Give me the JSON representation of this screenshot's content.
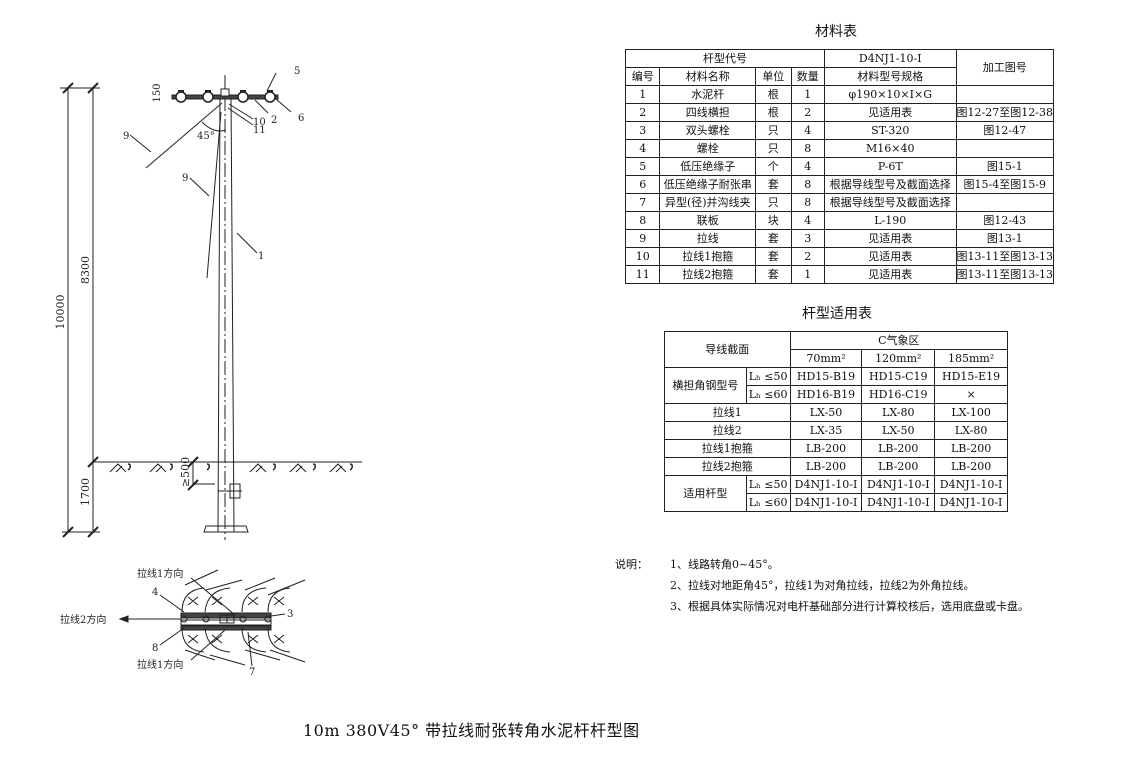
{
  "title": "10m 380V45° 带拉线耐张转角水泥杆杆型图",
  "drawing": {
    "dims": {
      "total": "10000",
      "above": "8300",
      "below": "1700",
      "bury": "≥500",
      "spacing": "150"
    },
    "angle": "45°",
    "callouts": [
      "1",
      "2",
      "5",
      "6",
      "9",
      "9",
      "10",
      "11"
    ],
    "plan": {
      "dir1_top": "拉线1方向",
      "dir2": "拉线2方向",
      "dir1_bottom": "拉线1方向",
      "callouts": [
        "4",
        "3",
        "8",
        "7"
      ]
    }
  },
  "materials": {
    "title": "材料表",
    "pole_code_label": "杆型代号",
    "pole_code": "D4NJ1-10-I",
    "drawing_no_label": "加工图号",
    "headers": [
      "编号",
      "材料名称",
      "单位",
      "数量",
      "材料型号规格"
    ],
    "rows": [
      [
        "1",
        "水泥杆",
        "根",
        "1",
        "φ190×10×I×G",
        ""
      ],
      [
        "2",
        "四线横担",
        "根",
        "2",
        "见适用表",
        "图12-27至图12-38"
      ],
      [
        "3",
        "双头螺栓",
        "只",
        "4",
        "ST-320",
        "图12-47"
      ],
      [
        "4",
        "螺栓",
        "只",
        "8",
        "M16×40",
        ""
      ],
      [
        "5",
        "低压绝缘子",
        "个",
        "4",
        "P-6T",
        "图15-1"
      ],
      [
        "6",
        "低压绝缘子耐张串",
        "套",
        "8",
        "根据导线型号及截面选择",
        "图15-4至图15-9"
      ],
      [
        "7",
        "异型(径)并沟线夹",
        "只",
        "8",
        "根据导线型号及截面选择",
        ""
      ],
      [
        "8",
        "联板",
        "块",
        "4",
        "L-190",
        "图12-43"
      ],
      [
        "9",
        "拉线",
        "套",
        "3",
        "见适用表",
        "图13-1"
      ],
      [
        "10",
        "拉线1抱箍",
        "套",
        "2",
        "见适用表",
        "图13-11至图13-13"
      ],
      [
        "11",
        "拉线2抱箍",
        "套",
        "1",
        "见适用表",
        "图13-11至图13-13"
      ]
    ]
  },
  "applicability": {
    "title": "杆型适用表",
    "section_label": "导线截面",
    "zone": "C气象区",
    "sizes": [
      "70mm²",
      "120mm²",
      "185mm²"
    ],
    "crossarm_label": "横担角钢型号",
    "pole_label": "适用杆型",
    "la50": "Lₕ ≤50",
    "la60": "Lₕ ≤60",
    "crossarm_50": [
      "HD15-B19",
      "HD15-C19",
      "HD15-E19"
    ],
    "crossarm_60": [
      "HD16-B19",
      "HD16-C19",
      "×"
    ],
    "rows": [
      {
        "label": "拉线1",
        "values": [
          "LX-50",
          "LX-80",
          "LX-100"
        ]
      },
      {
        "label": "拉线2",
        "values": [
          "LX-35",
          "LX-50",
          "LX-80"
        ]
      },
      {
        "label": "拉线1抱箍",
        "values": [
          "LB-200",
          "LB-200",
          "LB-200"
        ]
      },
      {
        "label": "拉线2抱箍",
        "values": [
          "LB-200",
          "LB-200",
          "LB-200"
        ]
      }
    ],
    "pole_50": [
      "D4NJ1-10-I",
      "D4NJ1-10-I",
      "D4NJ1-10-I"
    ],
    "pole_60": [
      "D4NJ1-10-I",
      "D4NJ1-10-I",
      "D4NJ1-10-I"
    ]
  },
  "notes": {
    "label": "说明：",
    "items": [
      "1、线路转角0~45°。",
      "2、拉线对地距角45°，拉线1为对角拉线，拉线2为外角拉线。",
      "3、根据具体实际情况对电杆基础部分进行计算校核后，选用底盘或卡盘。"
    ]
  }
}
